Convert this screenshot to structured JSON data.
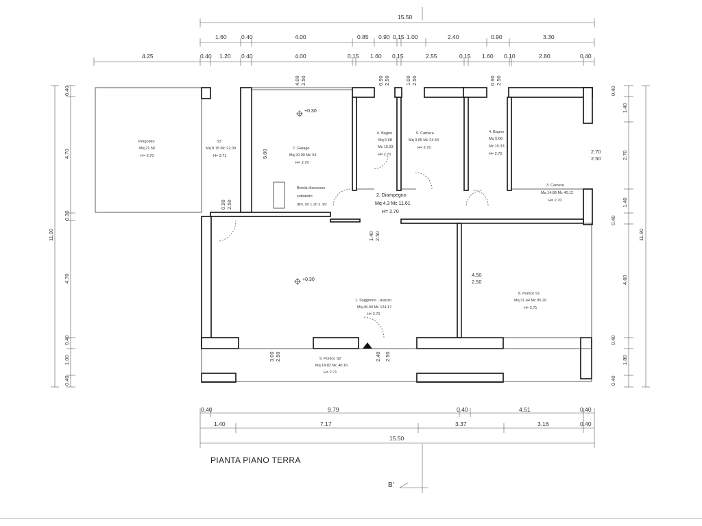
{
  "title": "PIANTA PIANO TERRA",
  "section_mark": "B'",
  "dims_top": {
    "overall": "15.50",
    "row1": [
      "1.60",
      "0.40",
      "4.00",
      "0.85",
      "0.90",
      "0.15",
      "1.00",
      "2.40",
      "0.90",
      "3.30"
    ],
    "row2": [
      "4.25",
      "0.40",
      "1.20",
      "0.40",
      "4.00",
      "0.15",
      "1.60",
      "0.15",
      "2.55",
      "0.15",
      "1.60",
      "0.10",
      "2.80",
      "0.40"
    ]
  },
  "dims_bottom": {
    "row1": [
      "0.40",
      "9.79",
      "0.40",
      "4.51",
      "0.40"
    ],
    "row2": [
      "1.40",
      "7.17",
      "3.37",
      "3.16",
      "0.40"
    ],
    "overall": "15.50"
  },
  "dims_left": {
    "inner": [
      "0.40",
      "4.70",
      "0.30",
      "4.70",
      "0.40",
      "1.00",
      "0.40"
    ],
    "overall": "11.90"
  },
  "dims_right": {
    "inner": [
      "0.40",
      "1.40",
      "2.70",
      "1.40",
      "0.40",
      "4.60",
      "0.40",
      "1.80",
      "0.40"
    ],
    "overall": "11.90"
  },
  "openings": {
    "garage_top": [
      "4.00",
      "2.50"
    ],
    "bagno6_top": [
      "0.90",
      "2.50"
    ],
    "camera5_top": [
      "1.00",
      "2.50"
    ],
    "bagno4_top": [
      "0.90",
      "2.50"
    ],
    "garage_side": "5.00",
    "s3_opening": [
      "0.90",
      "2.50"
    ],
    "camera3_side": [
      "2.70",
      "2.50"
    ],
    "diamp_opening": [
      "1.40",
      "2.50"
    ],
    "portico_opening": [
      "4.50",
      "2.50"
    ],
    "portico2_left": [
      "3.00",
      "2.50"
    ],
    "portico2_right": [
      "2.40",
      "2.50"
    ]
  },
  "rooms": {
    "pergolato": {
      "name": "Pergolato",
      "area": "Mq 21.58",
      "height": "H= 2.70"
    },
    "s3": {
      "name": "S3",
      "area": "Mq 8.15 Mc 22.09",
      "height": "H= 2.71"
    },
    "garage": {
      "name": "7. Garage",
      "area": "Mq 20.00 Mc 54",
      "height": "H= 2.70",
      "level": "+0.30"
    },
    "bagno6": {
      "name": "6. Bagno",
      "area": "Mq 5.68",
      "volume": "Mc 15.33",
      "height": "H= 2.70"
    },
    "camera5": {
      "name": "5. Camera",
      "area": "Mq 9.05 Mc 24.44",
      "height": "H= 2.70"
    },
    "bagno4": {
      "name": "4. Bagno",
      "area": "Mq 5.68",
      "volume": "Mc 15.33",
      "height": "H= 2.70"
    },
    "camera3": {
      "name": "3. Camera",
      "area": "Mq 14.88 Mc 40.12",
      "height": "H= 2.70"
    },
    "diampegno": {
      "name": "2. Diampegno",
      "area": "Mq 4.3 Mc 11.61",
      "height": "H= 2.70"
    },
    "soggiorno": {
      "name": "1. Soggiorno - pranzo",
      "area": "Mq 45.99 Mc 124.17",
      "height": "H= 2.70",
      "level": "+0.30"
    },
    "portico1": {
      "name": "8. Portico S1",
      "area": "Mq 31.44 Mc 85.20",
      "height": "H= 2.71"
    },
    "portico2": {
      "name": "9. Portico S2",
      "area": "Mq 14.82 Mc 40.16",
      "height": "H= 2.71"
    }
  },
  "access_note": {
    "line1": "Botola d'accesso",
    "line2": "sottotetto",
    "line3": "dim. ml 1.20 x .90"
  }
}
